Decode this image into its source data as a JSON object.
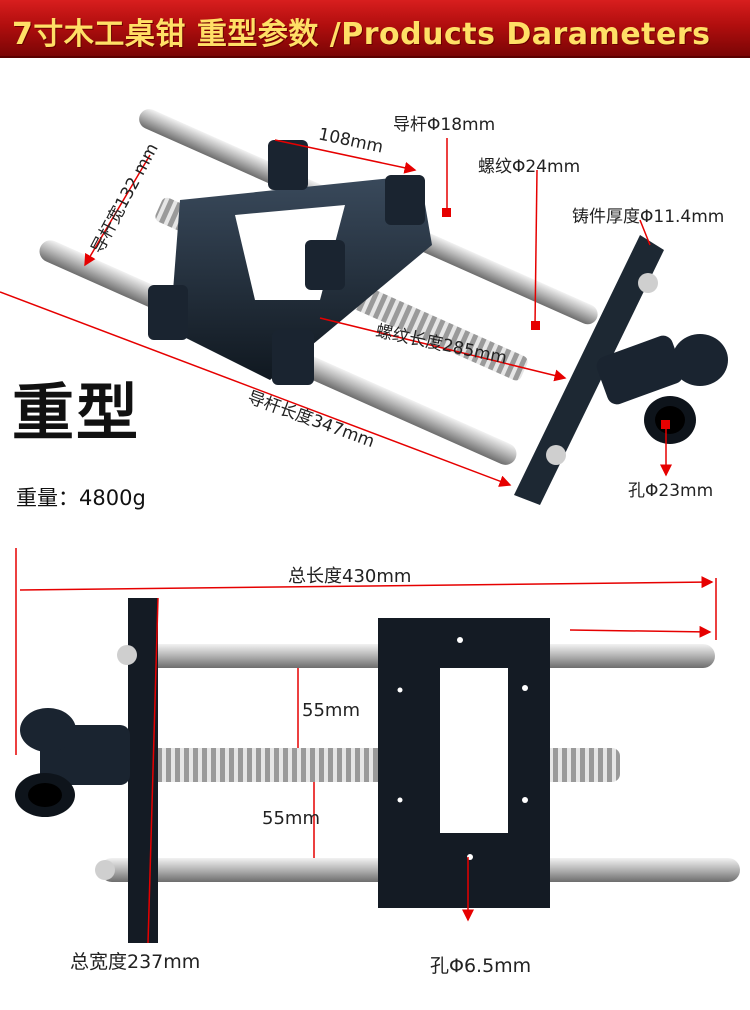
{
  "header": {
    "title": "7寸木工桌钳  重型参数 /Products Darameters"
  },
  "top": {
    "rod_diameter": "导杆Φ18mm",
    "thread_diameter": "螺纹Φ24mm",
    "casting_thickness": "铸件厚度Φ11.4mm",
    "width_108": "108mm",
    "rod_width": "导杆宽132 mm",
    "thread_length": "螺纹长度285mm",
    "rod_length": "导杆长度347mm",
    "hole": "孔Φ23mm",
    "type_label": "重型",
    "weight": "重量：4800g"
  },
  "bottom": {
    "total_length": "总长度430mm",
    "spacing_upper": "55mm",
    "spacing_lower": "55mm",
    "total_width": "总宽度237mm",
    "hole_small": "孔Φ6.5mm"
  }
}
